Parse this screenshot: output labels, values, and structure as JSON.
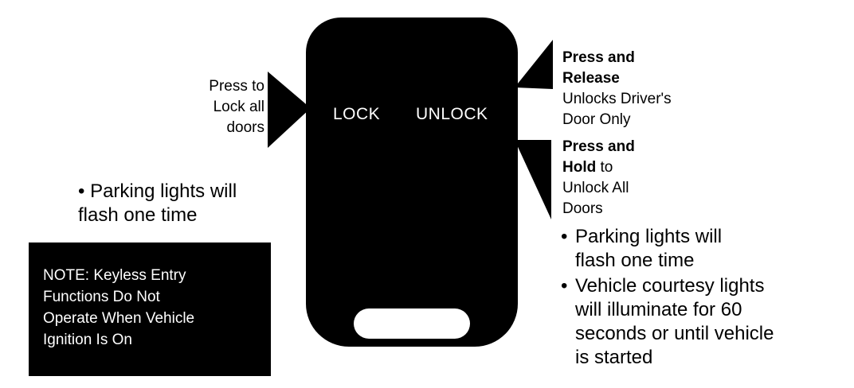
{
  "fob": {
    "lock_label": "LOCK",
    "unlock_label": "UNLOCK"
  },
  "left": {
    "press_lock": [
      "Press to",
      "Lock all",
      "doors"
    ],
    "bullet_symbol": "•",
    "parking_lights": [
      "Parking lights will",
      "flash one time"
    ]
  },
  "note": {
    "lines": [
      "NOTE: Keyless Entry",
      "Functions Do Not",
      "Operate When Vehicle",
      "Ignition Is On"
    ]
  },
  "right": {
    "release": {
      "bold_1": "Press and",
      "bold_2": "Release",
      "line_3": "Unlocks Driver's",
      "line_4": "Door Only"
    },
    "hold": {
      "bold_1": "Press and",
      "bold_2": "Hold",
      "suffix_2": " to",
      "line_3": "Unlock All",
      "line_4": "Doors"
    },
    "bullets": [
      {
        "lines": [
          "Parking lights will",
          "flash one time"
        ]
      },
      {
        "lines": [
          "Vehicle courtesy lights",
          "will illuminate for 60",
          "seconds or until vehicle",
          "is started"
        ]
      }
    ]
  },
  "colors": {
    "ink": "#000000",
    "paper": "#ffffff"
  },
  "icons": {
    "fob": "key-fob-icon",
    "pointers": "triangle-pointer-icon"
  }
}
